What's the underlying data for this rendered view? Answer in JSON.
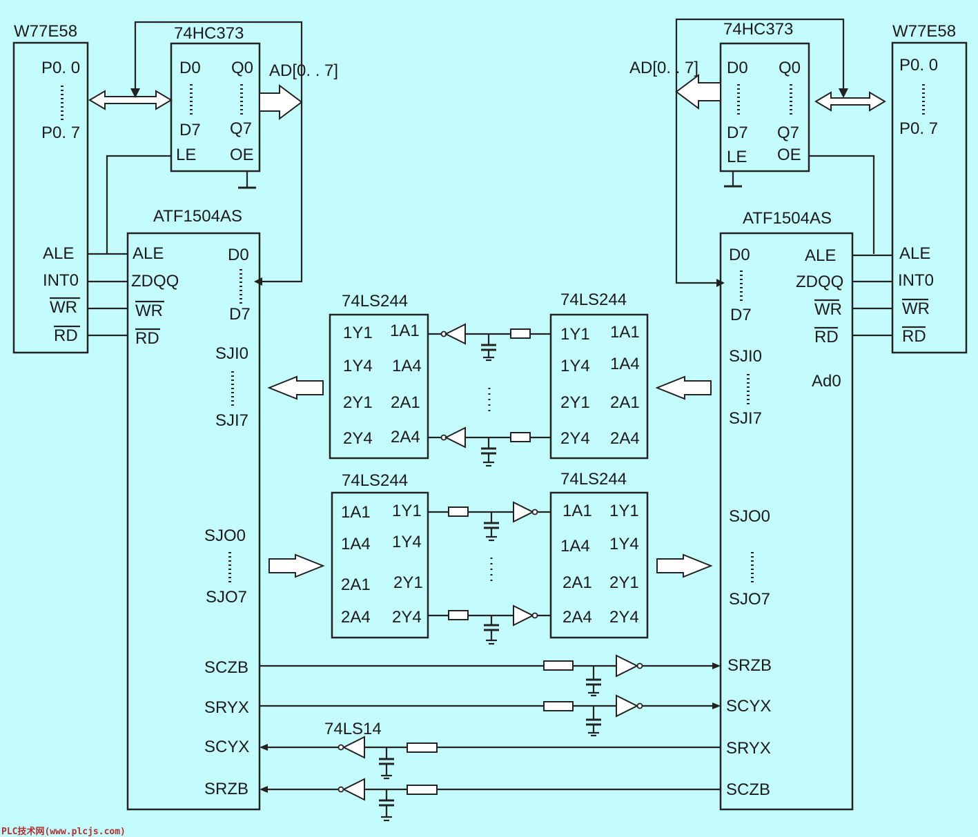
{
  "watermark": "PLC技术网(www.plcjs.com)",
  "left": {
    "mcu": {
      "name": "W77E58",
      "p_top": "P0. 0",
      "p_bot": "P0. 7",
      "pins": [
        "ALE",
        "INT0",
        "WR",
        "RD"
      ]
    },
    "latch": {
      "name": "74HC373",
      "d0": "D0",
      "d7": "D7",
      "q0": "Q0",
      "q7": "Q7",
      "le": "LE",
      "oe": "OE",
      "bus": "AD[0. . 7]"
    },
    "cpld": {
      "name": "ATF1504AS",
      "pins": [
        "ALE",
        "ZDQQ",
        "WR",
        "RD"
      ],
      "d0": "D0",
      "d7": "D7",
      "sji0": "SJI0",
      "sji7": "SJI7",
      "sjo0": "SJO0",
      "sjo7": "SJO7",
      "sig": [
        "SCZB",
        "SRYX",
        "SCYX",
        "SRZB"
      ]
    }
  },
  "right": {
    "mcu": {
      "name": "W77E58",
      "p_top": "P0. 0",
      "p_bot": "P0. 7",
      "pins": [
        "ALE",
        "INT0",
        "WR",
        "RD"
      ]
    },
    "latch": {
      "name": "74HC373",
      "d0": "D0",
      "d7": "D7",
      "q0": "Q0",
      "q7": "Q7",
      "le": "LE",
      "oe": "OE",
      "bus": "AD[0. . 7]"
    },
    "cpld": {
      "name": "ATF1504AS",
      "pins": [
        "ALE",
        "ZDQQ",
        "WR",
        "RD"
      ],
      "d0": "D0",
      "d7": "D7",
      "sji0": "SJI0",
      "sji7": "SJI7",
      "ad0": "Ad0",
      "sjo0": "SJO0",
      "sjo7": "SJO7",
      "sig": [
        "SRZB",
        "SCYX",
        "SRYX",
        "SCZB"
      ]
    }
  },
  "buffers": {
    "upper_left": {
      "name": "74LS244",
      "l": [
        "1Y1",
        "1Y4",
        "2Y1",
        "2Y4"
      ],
      "r": [
        "1A1",
        "1A4",
        "2A1",
        "2A4"
      ]
    },
    "upper_right": {
      "name": "74LS244",
      "l": [
        "1Y1",
        "1Y4",
        "2Y1",
        "2Y4"
      ],
      "r": [
        "1A1",
        "1A4",
        "2A1",
        "2A4"
      ]
    },
    "lower_left": {
      "name": "74LS244",
      "l": [
        "1A1",
        "1A4",
        "2A1",
        "2A4"
      ],
      "r": [
        "1Y1",
        "1Y4",
        "2Y1",
        "2Y4"
      ]
    },
    "lower_right": {
      "name": "74LS244",
      "l": [
        "1A1",
        "1A4",
        "2A1",
        "2A4"
      ],
      "r": [
        "1Y1",
        "1Y4",
        "2Y1",
        "2Y4"
      ]
    }
  },
  "inverter": {
    "name": "74LS14"
  }
}
